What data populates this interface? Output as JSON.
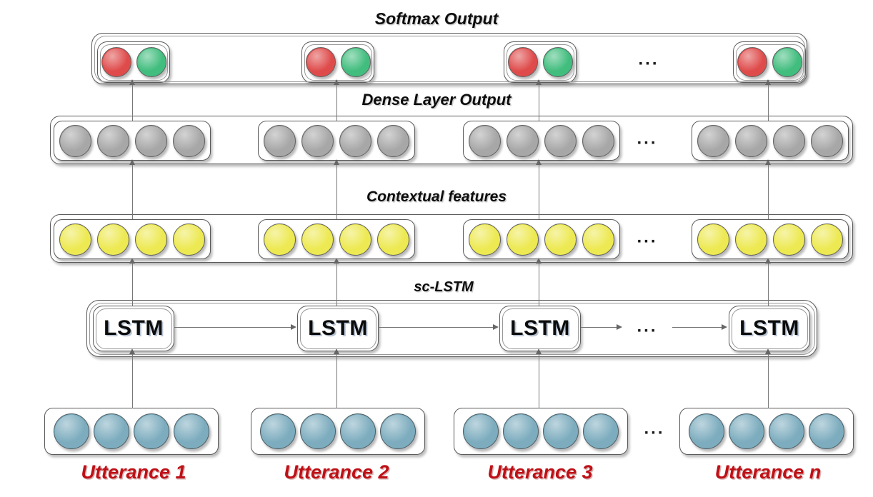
{
  "ellipsis": "...",
  "layers": {
    "softmax": {
      "label": "Softmax Output",
      "groups": 4,
      "circles_per_group": 2,
      "circle_colors": [
        "#df4b4b",
        "#41bd7e"
      ]
    },
    "dense": {
      "label": "Dense Layer Output",
      "groups": 4,
      "circles_per_group": 4,
      "circle_colors": [
        "#a7a7a7"
      ]
    },
    "contextual": {
      "label": "Contextual features",
      "groups": 4,
      "circles_per_group": 4,
      "circle_colors": [
        "#ede952"
      ]
    },
    "sclstm": {
      "label": "sc-LSTM",
      "cell_label": "LSTM",
      "cells": 4
    },
    "input": {
      "groups": 4,
      "circles_per_group": 4,
      "circle_colors": [
        "#7cacbe"
      ],
      "utterance_labels": [
        "Utterance 1",
        "Utterance 2",
        "Utterance 3",
        "Utterance n"
      ]
    }
  },
  "colors": {
    "utterance_label": "#be1016",
    "softmax_red": "#df4b4b",
    "softmax_green": "#41bd7e",
    "dense_gray": "#a7a7a7",
    "contextual_yellow": "#ede952",
    "input_blue": "#7cacbe",
    "arrow_gray": "#777777"
  }
}
